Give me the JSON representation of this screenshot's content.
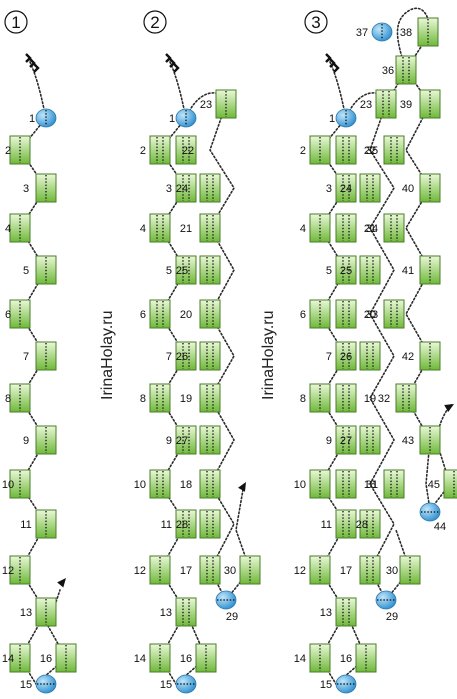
{
  "steps": [
    "1",
    "2",
    "3"
  ],
  "watermark": "IrinaHolay.ru",
  "colors": {
    "bead_fill_top": "#eaf8d8",
    "bead_fill_bottom": "#6fb83a",
    "bead_stroke": "#4a7d28",
    "round_bead": "#4aa8de",
    "thread": "#2b2b2b"
  },
  "bead_labels": {
    "s1": [
      "1",
      "2",
      "3",
      "4",
      "5",
      "6",
      "7",
      "8",
      "9",
      "10",
      "11",
      "12",
      "13",
      "14",
      "16",
      "15"
    ],
    "s2": [
      "1",
      "2",
      "22",
      "23",
      "3",
      "24",
      "4",
      "21",
      "5",
      "25",
      "6",
      "20",
      "7",
      "26",
      "8",
      "19",
      "9",
      "27",
      "10",
      "18",
      "11",
      "28",
      "12",
      "17",
      "30",
      "29",
      "13",
      "14",
      "16",
      "15"
    ],
    "s3": [
      "37",
      "38",
      "36",
      "1",
      "23",
      "39",
      "2",
      "22",
      "35",
      "3",
      "24",
      "40",
      "4",
      "21",
      "34",
      "5",
      "25",
      "41",
      "6",
      "20",
      "33",
      "7",
      "26",
      "42",
      "8",
      "19",
      "32",
      "9",
      "27",
      "43",
      "10",
      "18",
      "31",
      "45",
      "44",
      "11",
      "28",
      "12",
      "17",
      "30",
      "29",
      "13",
      "14",
      "16",
      "15"
    ]
  }
}
